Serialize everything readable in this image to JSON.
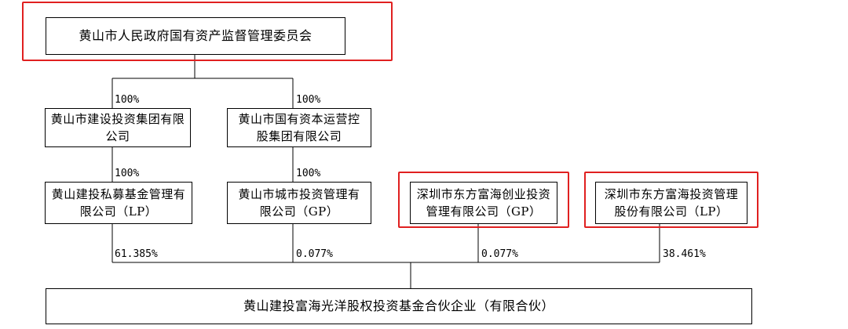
{
  "diagram": {
    "nodes": {
      "sasac": "黄山市人民政府国有资产监督管理委员会",
      "construction_group": "黄山市建设投资集团有限公司",
      "state_capital": "黄山市国有资本运营控股集团有限公司",
      "private_fund_mgr": "黄山建投私募基金管理有限公司（LP）",
      "city_invest_mgr": "黄山市城市投资管理有限公司（GP）",
      "sz_venture_mgr": "深圳市东方富海创业投资管理有限公司（GP）",
      "sz_invest_mgr": "深圳市东方富海投资管理股份有限公司（LP）",
      "fund": "黄山建投富海光洋股权投资基金合伙企业（有限合伙）"
    },
    "edges": {
      "sasac_to_construction": "100%",
      "sasac_to_state_capital": "100%",
      "construction_to_private_fund": "100%",
      "state_capital_to_city_invest": "100%",
      "private_fund_to_fund": "61.385%",
      "city_invest_to_fund": "0.077%",
      "sz_venture_to_fund": "0.077%",
      "sz_invest_to_fund": "38.461%"
    },
    "highlight_color": "#e02020"
  }
}
